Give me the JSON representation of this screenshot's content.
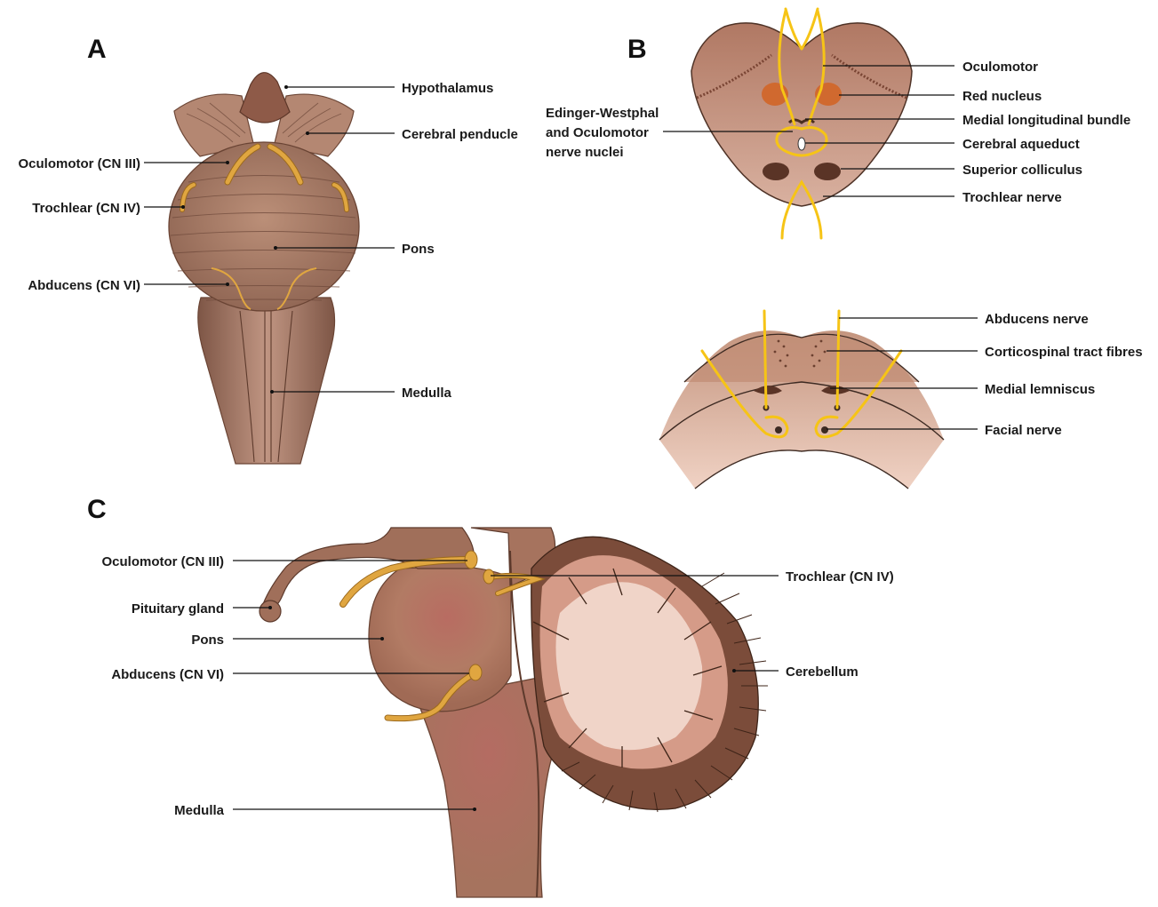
{
  "panels": {
    "a": {
      "letter": "A",
      "labels": {
        "hypothalamus": "Hypothalamus",
        "cerebral_penducle": "Cerebral penducle",
        "oculomotor": "Oculomotor (CN III)",
        "trochlear": "Trochlear (CN IV)",
        "pons": "Pons",
        "abducens": "Abducens (CN VI)",
        "medulla": "Medulla"
      }
    },
    "b": {
      "letter": "B",
      "midbrain_labels": {
        "oculomotor": "Oculomotor",
        "red_nucleus": "Red nucleus",
        "medial_longitudinal_bundle": "Medial longitudinal bundle",
        "cerebral_aqueduct": "Cerebral aqueduct",
        "superior_colliculus": "Superior colliculus",
        "trochlear_nerve": "Trochlear nerve",
        "edinger_line1": "Edinger-Westphal",
        "edinger_line2": "and Oculomotor",
        "edinger_line3": "nerve nuclei"
      },
      "pons_labels": {
        "abducens_nerve": "Abducens nerve",
        "corticospinal": "Corticospinal tract fibres",
        "medial_lemniscus": "Medial lemniscus",
        "facial_nerve": "Facial nerve"
      }
    },
    "c": {
      "letter": "C",
      "labels": {
        "oculomotor": "Oculomotor (CN III)",
        "pituitary": "Pituitary gland",
        "pons": "Pons",
        "abducens": "Abducens (CN VI)",
        "medulla": "Medulla",
        "trochlear": "Trochlear (CN IV)",
        "cerebellum": "Cerebellum"
      }
    }
  },
  "colors": {
    "tissue": "#b0806a",
    "tissue_dark": "#8f5e4b",
    "tissue_light": "#e3bfae",
    "nerve": "#e0a640",
    "yellow_nerve": "#f6c416",
    "red_nucleus": "#d0692f"
  }
}
